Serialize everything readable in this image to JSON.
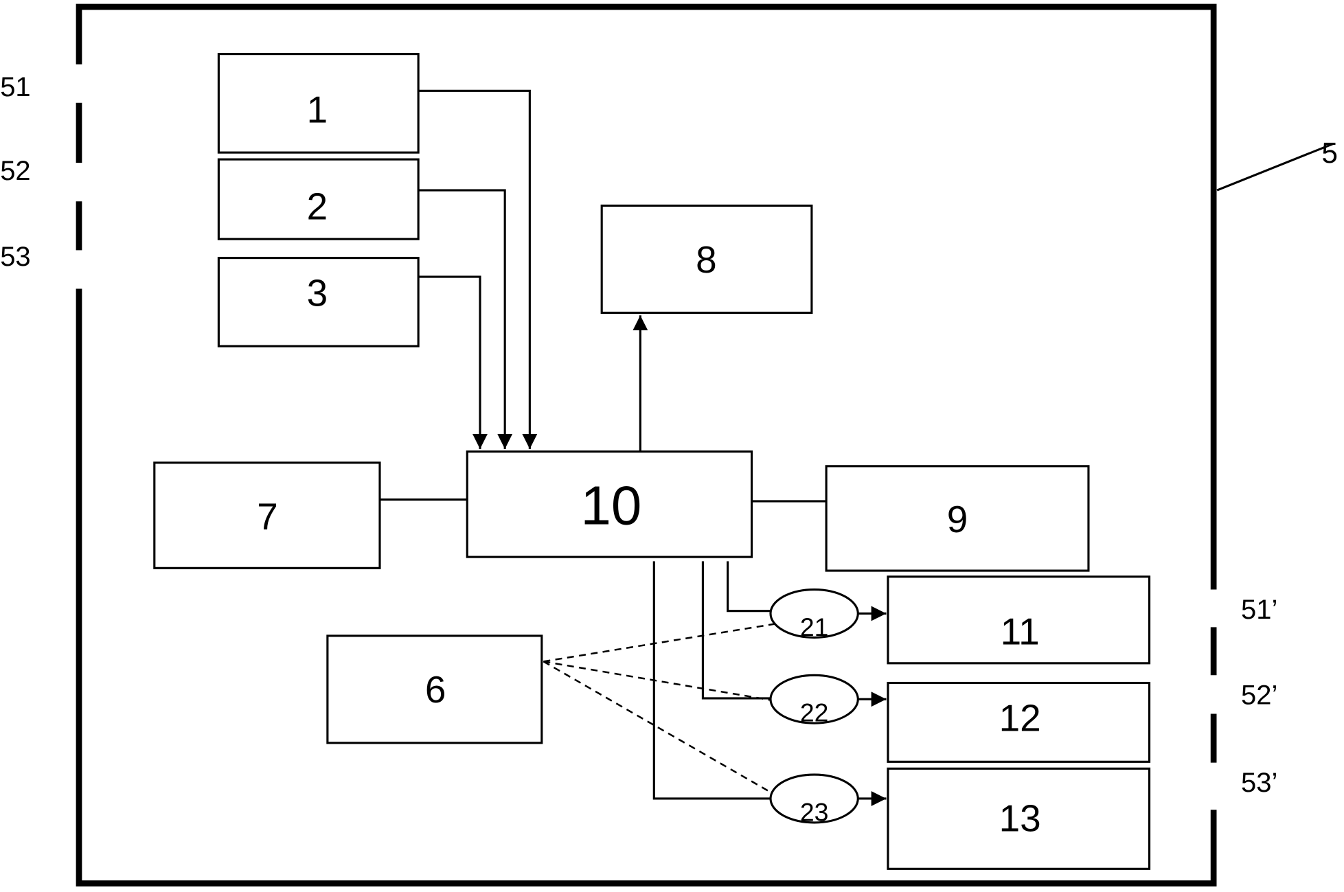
{
  "diagram": {
    "housing_label": "5",
    "left_ports": [
      "51",
      "52",
      "53"
    ],
    "right_ports": [
      "51’",
      "52’",
      "53’"
    ],
    "blocks": {
      "b1": "1",
      "b2": "2",
      "b3": "3",
      "b6": "6",
      "b7": "7",
      "b8": "8",
      "b9": "9",
      "b10": "10",
      "b11": "11",
      "b12": "12",
      "b13": "13"
    },
    "valves": [
      "21",
      "22",
      "23"
    ],
    "colors": {
      "line": "#000000",
      "background": "#ffffff"
    }
  }
}
